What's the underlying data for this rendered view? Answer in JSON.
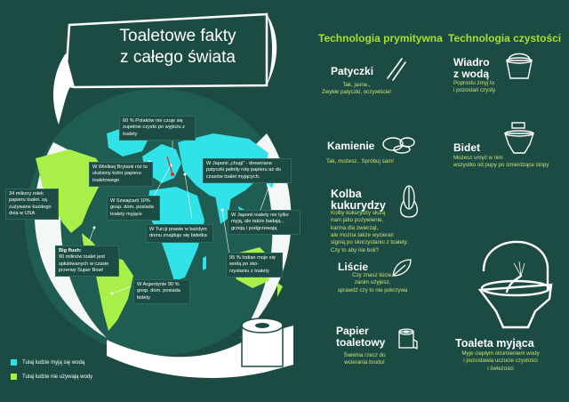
{
  "title": {
    "line1": "Toaletowe fakty",
    "line2": "z całego świata"
  },
  "colors": {
    "background": "#1b4b42",
    "cyan": "#31e3e8",
    "green": "#a9ef4a",
    "accent_text": "#cfe07a",
    "heading": "#a8e02c"
  },
  "facts": {
    "poland": "60 % Polaków nie czuje się zupełnie czysto po wyjściu z toalety",
    "britain": "W Wielkiej Brytanii róż to ulubiony kolor papieru toaletowego",
    "japan_chugi": "W Japonii „chugi” - drewniane patyczki pełniły rolę papieru aż do czasów toalet myjących.",
    "usa": "34 miliony rolek papieru toalet. są zużywane każdego dnia w USA",
    "switzerland": "W Szwajcarii 10% gosp. dom. posiada toalety myjące",
    "japan_wash": "W Japonii toalety nie tylko myją, ale także badają , grzeją i podgrzewają",
    "turkey": "W Turcji prawie w każdym domu znajduje się bidetka",
    "bigflush_title": "Big flush:",
    "bigflush": "90 milinów toalet jest spłukiwanych w czasie przerwy Super Bowl",
    "india": "95 % Indian moje się wodą po sko- rzystaniu z toalety",
    "argentina": "W Argentynie 90 % gosp. dom. posiada bidety"
  },
  "legend": {
    "water": "Tutaj ludzie myją się wodą",
    "no_water": "Tutaj ludzie nie używają wody"
  },
  "columns": {
    "primitive": "Technologia prymitywna",
    "clean": "Technologia czystości"
  },
  "items": {
    "sticks": {
      "title": "Patyczki",
      "text": "Tak, jasne.,\nZwykłe patyczki, oczywiście!"
    },
    "stones": {
      "title": "Kamienie",
      "text": "Tak, możesz.. Spróbuj sam!"
    },
    "corn": {
      "title": "Kolba\nkukurydzy",
      "text": "Kolby kukurydzy służą\nnam jako pożywienie,\nkarma dla zwierząt,\nale można także wycierać\nsignią po skorzystaniu z toalety.\nCzy to aby nie boli?"
    },
    "leaves": {
      "title": "Liście",
      "text": "Czy znasz liście,\nzanim użyjesz,\nsprawdź czy to nie pokrzywa"
    },
    "paper": {
      "title": "Papier\ntoaletowy",
      "text": "Świetna rzecz do\nwcierania brudu!"
    },
    "bucket": {
      "title": "Wiadro\nz wodą",
      "text": "Poprostu zmyj to\ni pozostań czysty"
    },
    "bidet": {
      "title": "Bidet",
      "text": "Możesz umyć w nim\nwszystko od pupy po śmierdzące stopy"
    },
    "washlet": {
      "title": "Toaleta myjąca",
      "text": "Myje ciepłym strumieniem wody\ni pozostawia uczucie czystości\ni świeżości"
    }
  },
  "icons": [
    "sticks-icon",
    "stones-icon",
    "corn-icon",
    "leaf-icon",
    "toilet-paper-icon",
    "bucket-icon",
    "bidet-icon",
    "washlet-icon",
    "globe-icon"
  ]
}
